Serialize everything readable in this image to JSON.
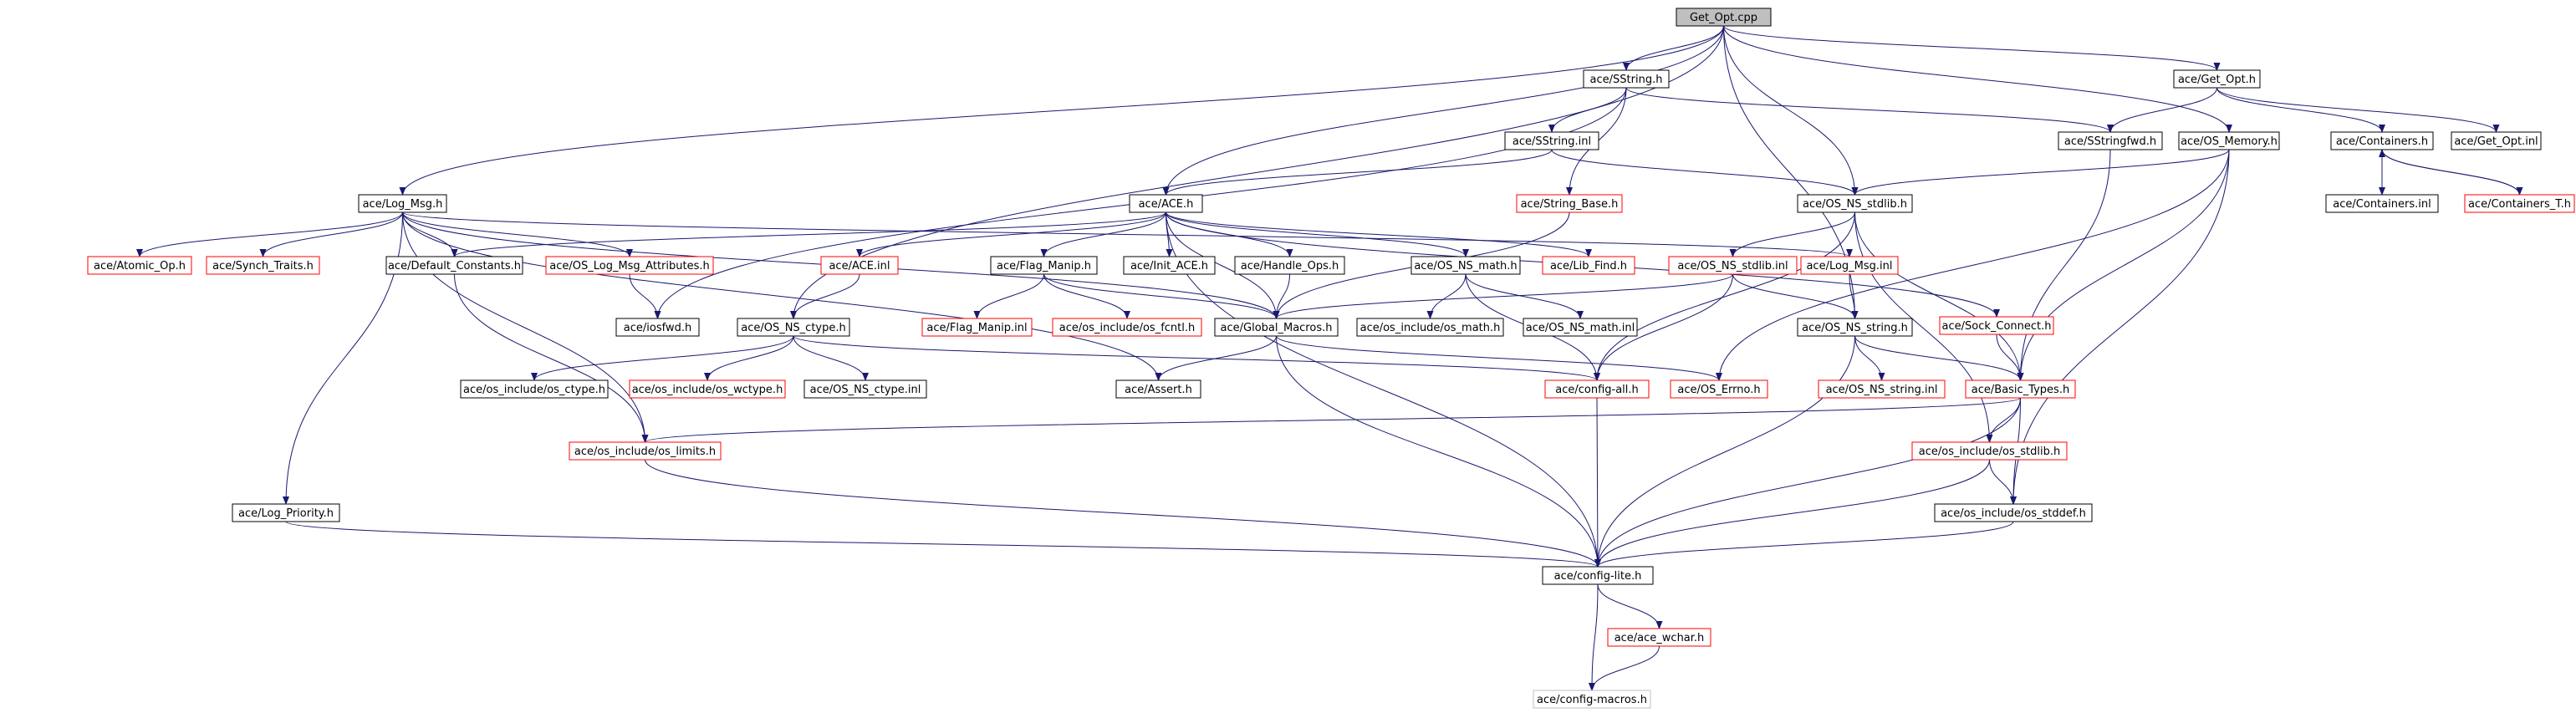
{
  "graph": {
    "colors": {
      "edge": "#191970",
      "border_default": "#000000",
      "border_missing": "#ff0000",
      "border_undocumented": "#bfbfbf",
      "fill_root": "#bfbfbf",
      "fill_default": "#ffffff"
    },
    "nodes": [
      {
        "id": "get_opt_cpp",
        "label": "Get_Opt.cpp",
        "style": "root"
      },
      {
        "id": "sstring_h",
        "label": "ace/SString.h",
        "style": "normal"
      },
      {
        "id": "get_opt_h",
        "label": "ace/Get_Opt.h",
        "style": "normal"
      },
      {
        "id": "sstring_inl",
        "label": "ace/SString.inl",
        "style": "normal"
      },
      {
        "id": "sstringfwd_h",
        "label": "ace/SStringfwd.h",
        "style": "normal"
      },
      {
        "id": "os_memory_h",
        "label": "ace/OS_Memory.h",
        "style": "normal"
      },
      {
        "id": "containers_h",
        "label": "ace/Containers.h",
        "style": "normal"
      },
      {
        "id": "get_opt_inl",
        "label": "ace/Get_Opt.inl",
        "style": "normal"
      },
      {
        "id": "log_msg_h",
        "label": "ace/Log_Msg.h",
        "style": "normal"
      },
      {
        "id": "ace_h",
        "label": "ace/ACE.h",
        "style": "normal"
      },
      {
        "id": "string_base_h",
        "label": "ace/String_Base.h",
        "style": "missing"
      },
      {
        "id": "os_ns_stdlib_h",
        "label": "ace/OS_NS_stdlib.h",
        "style": "normal"
      },
      {
        "id": "containers_inl",
        "label": "ace/Containers.inl",
        "style": "normal"
      },
      {
        "id": "containers_t_h",
        "label": "ace/Containers_T.h",
        "style": "missing"
      },
      {
        "id": "atomic_op_h",
        "label": "ace/Atomic_Op.h",
        "style": "missing"
      },
      {
        "id": "synch_traits_h",
        "label": "ace/Synch_Traits.h",
        "style": "missing"
      },
      {
        "id": "default_constants_h",
        "label": "ace/Default_Constants.h",
        "style": "normal"
      },
      {
        "id": "os_log_msg_attributes_h",
        "label": "ace/OS_Log_Msg_Attributes.h",
        "style": "missing"
      },
      {
        "id": "ace_inl",
        "label": "ace/ACE.inl",
        "style": "missing"
      },
      {
        "id": "flag_manip_h",
        "label": "ace/Flag_Manip.h",
        "style": "normal"
      },
      {
        "id": "init_ace_h",
        "label": "ace/Init_ACE.h",
        "style": "normal"
      },
      {
        "id": "handle_ops_h",
        "label": "ace/Handle_Ops.h",
        "style": "normal"
      },
      {
        "id": "os_ns_math_h",
        "label": "ace/OS_NS_math.h",
        "style": "normal"
      },
      {
        "id": "lib_find_h",
        "label": "ace/Lib_Find.h",
        "style": "missing"
      },
      {
        "id": "os_ns_stdlib_inl",
        "label": "ace/OS_NS_stdlib.inl",
        "style": "missing"
      },
      {
        "id": "log_msg_inl",
        "label": "ace/Log_Msg.inl",
        "style": "missing"
      },
      {
        "id": "sock_connect_h",
        "label": "ace/Sock_Connect.h",
        "style": "missing"
      },
      {
        "id": "iosfwd_h",
        "label": "ace/iosfwd.h",
        "style": "normal"
      },
      {
        "id": "os_ns_ctype_h",
        "label": "ace/OS_NS_ctype.h",
        "style": "normal"
      },
      {
        "id": "flag_manip_inl",
        "label": "ace/Flag_Manip.inl",
        "style": "missing"
      },
      {
        "id": "os_include_os_fcntl_h",
        "label": "ace/os_include/os_fcntl.h",
        "style": "missing"
      },
      {
        "id": "global_macros_h",
        "label": "ace/Global_Macros.h",
        "style": "normal"
      },
      {
        "id": "os_include_os_math_h",
        "label": "ace/os_include/os_math.h",
        "style": "normal"
      },
      {
        "id": "os_ns_math_inl",
        "label": "ace/OS_NS_math.inl",
        "style": "normal"
      },
      {
        "id": "os_ns_string_h",
        "label": "ace/OS_NS_string.h",
        "style": "normal"
      },
      {
        "id": "os_include_os_ctype_h",
        "label": "ace/os_include/os_ctype.h",
        "style": "normal"
      },
      {
        "id": "os_include_os_wctype_h",
        "label": "ace/os_include/os_wctype.h",
        "style": "missing"
      },
      {
        "id": "os_ns_ctype_inl",
        "label": "ace/OS_NS_ctype.inl",
        "style": "normal"
      },
      {
        "id": "assert_h",
        "label": "ace/Assert.h",
        "style": "normal"
      },
      {
        "id": "config_all_h",
        "label": "ace/config-all.h",
        "style": "missing"
      },
      {
        "id": "os_errno_h",
        "label": "ace/OS_Errno.h",
        "style": "missing"
      },
      {
        "id": "os_ns_string_inl",
        "label": "ace/OS_NS_string.inl",
        "style": "missing"
      },
      {
        "id": "basic_types_h",
        "label": "ace/Basic_Types.h",
        "style": "missing"
      },
      {
        "id": "os_include_os_limits_h",
        "label": "ace/os_include/os_limits.h",
        "style": "missing"
      },
      {
        "id": "os_include_os_stdlib_h",
        "label": "ace/os_include/os_stdlib.h",
        "style": "missing"
      },
      {
        "id": "log_priority_h",
        "label": "ace/Log_Priority.h",
        "style": "normal"
      },
      {
        "id": "os_include_os_stddef_h",
        "label": "ace/os_include/os_stddef.h",
        "style": "normal"
      },
      {
        "id": "config_lite_h",
        "label": "ace/config-lite.h",
        "style": "normal"
      },
      {
        "id": "ace_wchar_h",
        "label": "ace/ace_wchar.h",
        "style": "missing"
      },
      {
        "id": "config_macros_h",
        "label": "ace/config-macros.h",
        "style": "undocumented"
      }
    ],
    "edges": [
      [
        "get_opt_cpp",
        "sstring_h"
      ],
      [
        "get_opt_cpp",
        "get_opt_h"
      ],
      [
        "get_opt_cpp",
        "log_msg_h"
      ],
      [
        "get_opt_cpp",
        "ace_h"
      ],
      [
        "get_opt_cpp",
        "os_ns_stdlib_h"
      ],
      [
        "get_opt_cpp",
        "os_ns_string_h"
      ],
      [
        "get_opt_cpp",
        "os_ns_ctype_h"
      ],
      [
        "get_opt_cpp",
        "os_memory_h"
      ],
      [
        "sstring_h",
        "sstring_inl"
      ],
      [
        "sstring_h",
        "sstringfwd_h"
      ],
      [
        "sstring_h",
        "string_base_h"
      ],
      [
        "sstring_h",
        "iosfwd_h"
      ],
      [
        "sstring_inl",
        "ace_h"
      ],
      [
        "sstring_inl",
        "os_ns_stdlib_h"
      ],
      [
        "get_opt_h",
        "sstringfwd_h"
      ],
      [
        "get_opt_h",
        "containers_h"
      ],
      [
        "get_opt_h",
        "get_opt_inl"
      ],
      [
        "sstringfwd_h",
        "basic_types_h"
      ],
      [
        "os_memory_h",
        "os_ns_stdlib_h"
      ],
      [
        "os_memory_h",
        "basic_types_h"
      ],
      [
        "os_memory_h",
        "os_errno_h"
      ],
      [
        "os_memory_h",
        "os_include_os_stddef_h"
      ],
      [
        "containers_h",
        "containers_inl"
      ],
      [
        "containers_h",
        "containers_t_h"
      ],
      [
        "containers_t_h",
        "containers_h"
      ],
      [
        "string_base_h",
        "global_macros_h"
      ],
      [
        "log_msg_h",
        "atomic_op_h"
      ],
      [
        "log_msg_h",
        "synch_traits_h"
      ],
      [
        "log_msg_h",
        "default_constants_h"
      ],
      [
        "log_msg_h",
        "os_log_msg_attributes_h"
      ],
      [
        "log_msg_h",
        "log_msg_inl"
      ],
      [
        "log_msg_h",
        "global_macros_h"
      ],
      [
        "log_msg_h",
        "assert_h"
      ],
      [
        "log_msg_h",
        "os_include_os_limits_h"
      ],
      [
        "log_msg_h",
        "log_priority_h"
      ],
      [
        "ace_h",
        "default_constants_h"
      ],
      [
        "ace_h",
        "ace_inl"
      ],
      [
        "ace_h",
        "flag_manip_h"
      ],
      [
        "ace_h",
        "init_ace_h"
      ],
      [
        "ace_h",
        "handle_ops_h"
      ],
      [
        "ace_h",
        "os_ns_math_h"
      ],
      [
        "ace_h",
        "lib_find_h"
      ],
      [
        "ace_h",
        "sock_connect_h"
      ],
      [
        "ace_h",
        "global_macros_h"
      ],
      [
        "ace_h",
        "config_lite_h"
      ],
      [
        "os_ns_stdlib_h",
        "os_ns_stdlib_inl"
      ],
      [
        "os_ns_stdlib_h",
        "config_all_h"
      ],
      [
        "os_ns_stdlib_h",
        "basic_types_h"
      ],
      [
        "os_ns_stdlib_h",
        "os_include_os_stdlib_h"
      ],
      [
        "default_constants_h",
        "os_include_os_limits_h"
      ],
      [
        "os_log_msg_attributes_h",
        "iosfwd_h"
      ],
      [
        "ace_inl",
        "os_ns_ctype_h"
      ],
      [
        "flag_manip_h",
        "flag_manip_inl"
      ],
      [
        "flag_manip_h",
        "os_include_os_fcntl_h"
      ],
      [
        "flag_manip_h",
        "global_macros_h"
      ],
      [
        "handle_ops_h",
        "global_macros_h"
      ],
      [
        "os_ns_math_h",
        "os_include_os_math_h"
      ],
      [
        "os_ns_math_h",
        "os_ns_math_inl"
      ],
      [
        "os_ns_math_h",
        "config_all_h"
      ],
      [
        "os_ns_stdlib_inl",
        "global_macros_h"
      ],
      [
        "os_ns_stdlib_inl",
        "os_ns_string_h"
      ],
      [
        "os_ns_stdlib_inl",
        "config_all_h"
      ],
      [
        "log_msg_inl",
        "os_ns_string_h"
      ],
      [
        "sock_connect_h",
        "basic_types_h"
      ],
      [
        "os_ns_ctype_h",
        "os_include_os_ctype_h"
      ],
      [
        "os_ns_ctype_h",
        "os_include_os_wctype_h"
      ],
      [
        "os_ns_ctype_h",
        "os_ns_ctype_inl"
      ],
      [
        "os_ns_ctype_h",
        "config_all_h"
      ],
      [
        "global_macros_h",
        "assert_h"
      ],
      [
        "global_macros_h",
        "os_errno_h"
      ],
      [
        "global_macros_h",
        "config_lite_h"
      ],
      [
        "os_ns_string_h",
        "os_ns_string_inl"
      ],
      [
        "os_ns_string_h",
        "basic_types_h"
      ],
      [
        "os_ns_string_h",
        "config_lite_h"
      ],
      [
        "config_all_h",
        "config_lite_h"
      ],
      [
        "basic_types_h",
        "os_include_os_limits_h"
      ],
      [
        "basic_types_h",
        "os_include_os_stdlib_h"
      ],
      [
        "basic_types_h",
        "os_include_os_stddef_h"
      ],
      [
        "basic_types_h",
        "config_lite_h"
      ],
      [
        "os_include_os_limits_h",
        "config_lite_h"
      ],
      [
        "os_include_os_stdlib_h",
        "os_include_os_stddef_h"
      ],
      [
        "os_include_os_stdlib_h",
        "config_lite_h"
      ],
      [
        "log_priority_h",
        "config_lite_h"
      ],
      [
        "os_include_os_stddef_h",
        "config_lite_h"
      ],
      [
        "config_lite_h",
        "ace_wchar_h"
      ],
      [
        "config_lite_h",
        "config_macros_h"
      ],
      [
        "ace_wchar_h",
        "config_macros_h"
      ]
    ]
  }
}
